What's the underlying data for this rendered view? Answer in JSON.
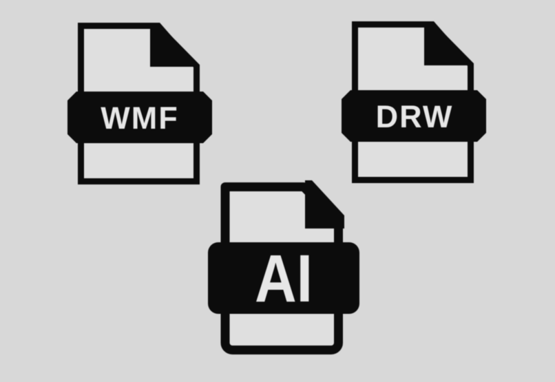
{
  "page": {
    "background": "#d8d8d8",
    "description": "Three file format icons: WMF, DRW and AI"
  },
  "colors": {
    "icon_black": "#0c0c0c",
    "page_fill": "#dfdfdf",
    "label_text": "#e7e7e7"
  },
  "icons": [
    {
      "label": "WMF",
      "band_style": "beveled"
    },
    {
      "label": "DRW",
      "band_style": "beveled"
    },
    {
      "label": "AI",
      "band_style": "rounded"
    }
  ]
}
